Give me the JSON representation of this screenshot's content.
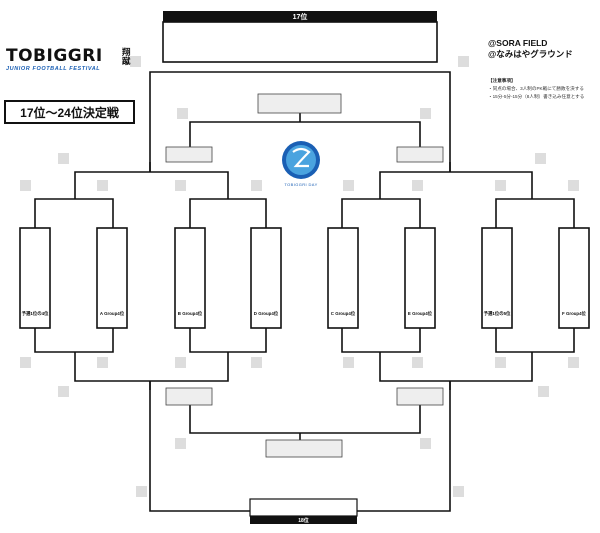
{
  "logo": {
    "main": "TOBIGGRI",
    "sub": "JUNIOR FOOTBALL FESTIVAL",
    "kanji": "翔蹴"
  },
  "title": "17位～24位決定戦",
  "top_header": "17位",
  "bottom_header": "18位",
  "venue": {
    "line1": "@SORA FIELD",
    "line2": "@なみはやグラウンド"
  },
  "notes": {
    "heading": "【注意事項】",
    "line1": "・同点の場合、3人制のPK戦にて勝敗を決する",
    "line2": "・15分-5分-15分（8人制）書き込み任意とする"
  },
  "emblem": {
    "text": "TOBIGGRI DAY"
  },
  "entries": [
    "予選1位の4位",
    "A Group4位",
    "B Group4位",
    "D Group4位",
    "C Group4位",
    "E Group4位",
    "予選1位の5位",
    "F Group4位"
  ],
  "colors": {
    "line": "#111111",
    "placeholder": "#dddddd",
    "result_box": "#eeeeee",
    "accent": "#1a5fb4"
  }
}
